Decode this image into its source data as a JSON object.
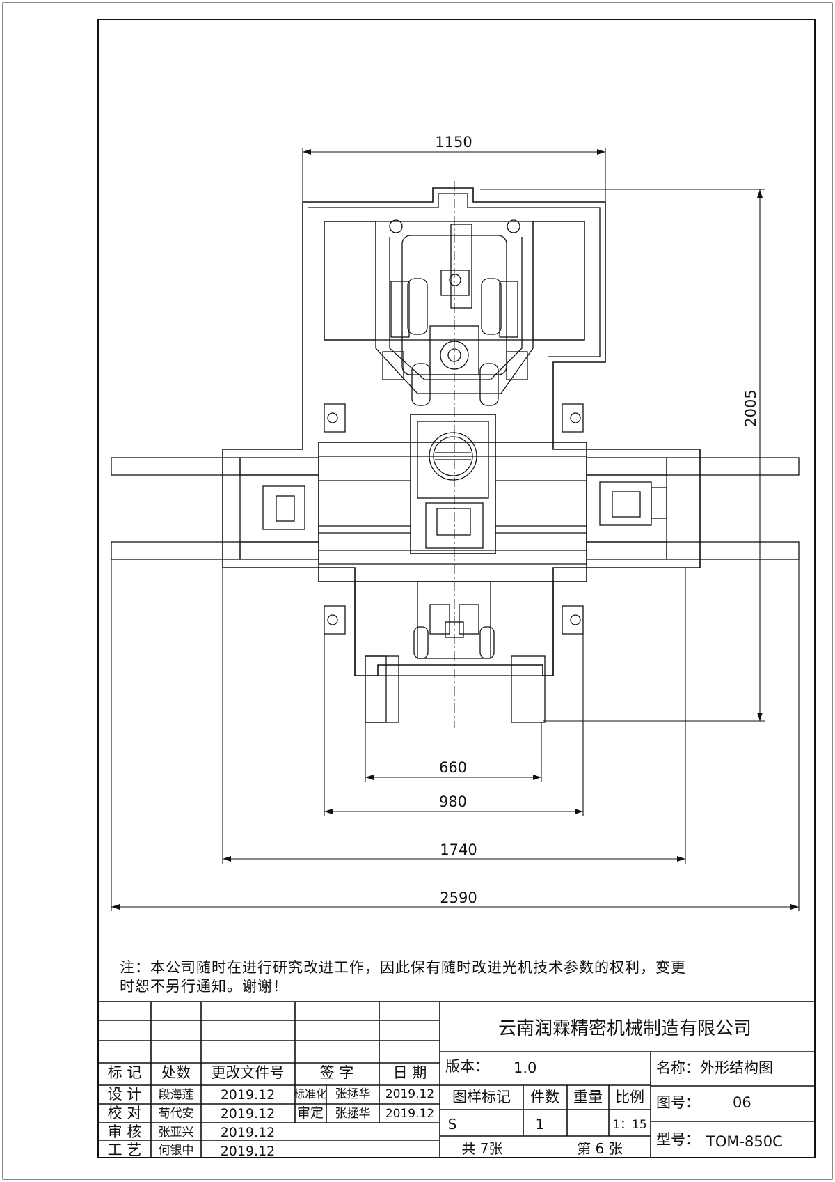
{
  "drawing": {
    "dimensions": {
      "top_width": "1150",
      "height": "2005",
      "d660": "660",
      "d980": "980",
      "d1740": "1740",
      "d2590": "2590"
    }
  },
  "note": {
    "line1": "注：本公司随时在进行研究改进工作，因此保有随时改进光机技术参数的权利，变更",
    "line2": "时恕不另行通知。谢谢！"
  },
  "title_block": {
    "company": "云南润霖精密机械制造有限公司",
    "headers": {
      "mark": "标 记",
      "count": "处数",
      "change_doc": "更改文件号",
      "signature": "签 字",
      "date": "日 期"
    },
    "roles": {
      "design": "设 计",
      "check": "校 对",
      "review": "审 核",
      "process": "工 艺",
      "standard": "标准化",
      "approve": "审定"
    },
    "people": {
      "designer": "段海莲",
      "checker": "苟代安",
      "reviewer": "张亚兴",
      "process": "何银中",
      "standard": "张拯华",
      "approver": "张拯华"
    },
    "dates": {
      "design": "2019.12",
      "check": "2019.12",
      "review": "2019.12",
      "process": "2019.12",
      "standard": "2019.12",
      "approve": "2019.12"
    },
    "version_label": "版本：",
    "version": "1.0",
    "name_label": "名称：外形结构图",
    "col_mark": "图样标记",
    "col_count": "件数",
    "col_weight": "重量",
    "col_scale": "比例",
    "mark_value": "S",
    "count_value": "1",
    "scale_value": "1：15",
    "total_sheets": "共 7张",
    "sheet_no": "第 6 张",
    "drawing_no_label": "图号：",
    "drawing_no": "06",
    "model_label": "型号：",
    "model": "TOM-850C"
  }
}
